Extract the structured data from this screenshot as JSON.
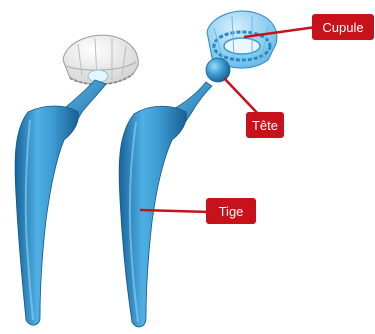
{
  "diagram": {
    "labels": {
      "cup": "Cupule",
      "head": "Tête",
      "stem": "Tige"
    },
    "colors": {
      "implant_blue": "#3b9bd2",
      "implant_dark": "#1f6fa8",
      "cup_blue": "#6cc2ee",
      "cup_gray": "#d9d9d9",
      "callout_red": "#c8121b",
      "callout_text": "#ffffff"
    }
  }
}
